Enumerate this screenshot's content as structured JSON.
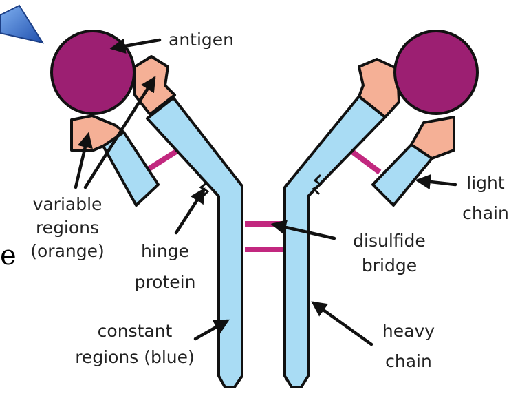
{
  "labels": {
    "antigen": "antigen",
    "variable_regions": [
      "variable",
      "regions",
      "(orange)"
    ],
    "hinge_protein": [
      "hinge",
      "protein"
    ],
    "constant_regions": [
      "constant",
      "regions (blue)"
    ],
    "light_chain": [
      "light",
      "chain"
    ],
    "disulfide_bridge": [
      "disulfide",
      "bridge"
    ],
    "heavy_chain": [
      "heavy",
      "chain"
    ],
    "cut_off_edge_text": "e"
  },
  "colors": {
    "heavy_chain_blue": "#a9dcf4",
    "variable_orange": "#f5b096",
    "antigen_purple": "#9c1f72",
    "bridge_magenta": "#c2287f",
    "pointer_arrow_blue": "#2f68c4",
    "outline": "#111111"
  }
}
